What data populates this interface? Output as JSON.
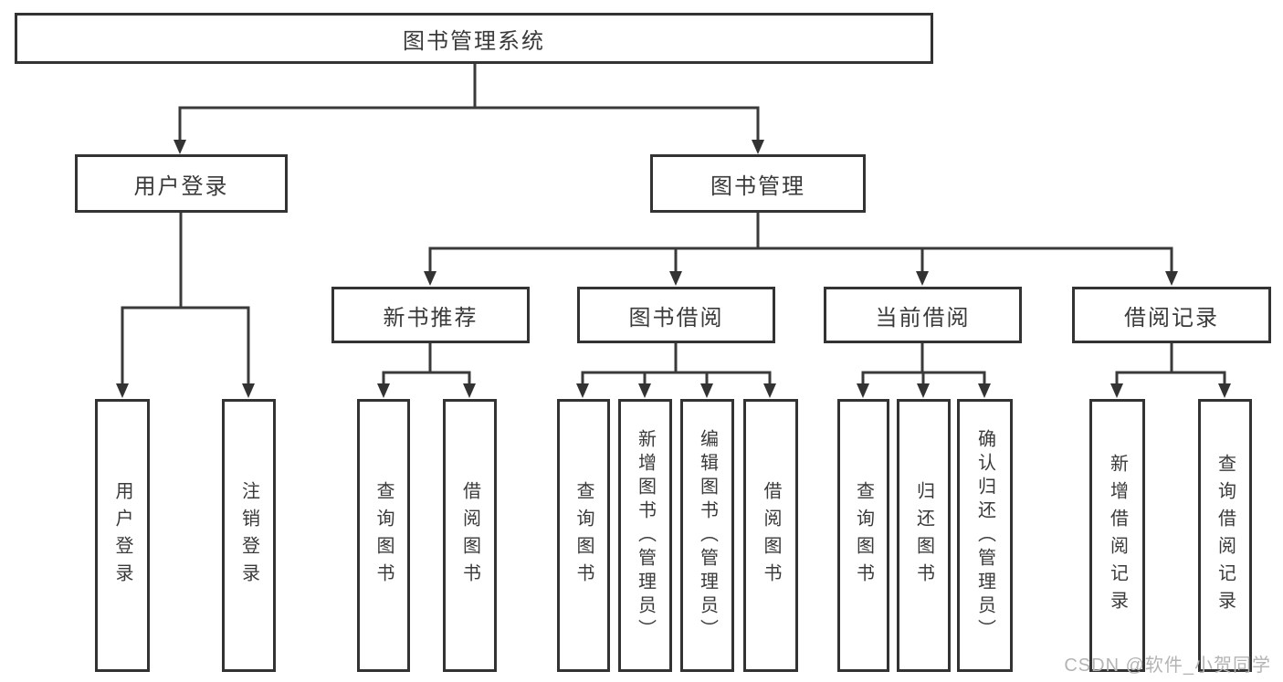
{
  "diagram_type": "hierarchy-tree",
  "colors": {
    "line": "#3a3a3a",
    "border": "#333333",
    "text": "#3a3a3a",
    "watermark": "#b4b4b4",
    "background": "#ffffff"
  },
  "watermark": "CSDN @软件_小贺同学",
  "tree": {
    "label": "图书管理系统",
    "children": [
      {
        "label": "用户登录",
        "children": [
          {
            "label": "用户登录"
          },
          {
            "label": "注销登录"
          }
        ]
      },
      {
        "label": "图书管理",
        "children": [
          {
            "label": "新书推荐",
            "children": [
              {
                "label": "查询图书"
              },
              {
                "label": "借阅图书"
              }
            ]
          },
          {
            "label": "图书借阅",
            "children": [
              {
                "label": "查询图书"
              },
              {
                "label": "新增图书（管理员）"
              },
              {
                "label": "编辑图书（管理员）"
              },
              {
                "label": "借阅图书"
              }
            ]
          },
          {
            "label": "当前借阅",
            "children": [
              {
                "label": "查询图书"
              },
              {
                "label": "归还图书"
              },
              {
                "label": "确认归还（管理员）"
              }
            ]
          },
          {
            "label": "借阅记录",
            "children": [
              {
                "label": "新增借阅记录"
              },
              {
                "label": "查询借阅记录"
              }
            ]
          }
        ]
      }
    ]
  }
}
